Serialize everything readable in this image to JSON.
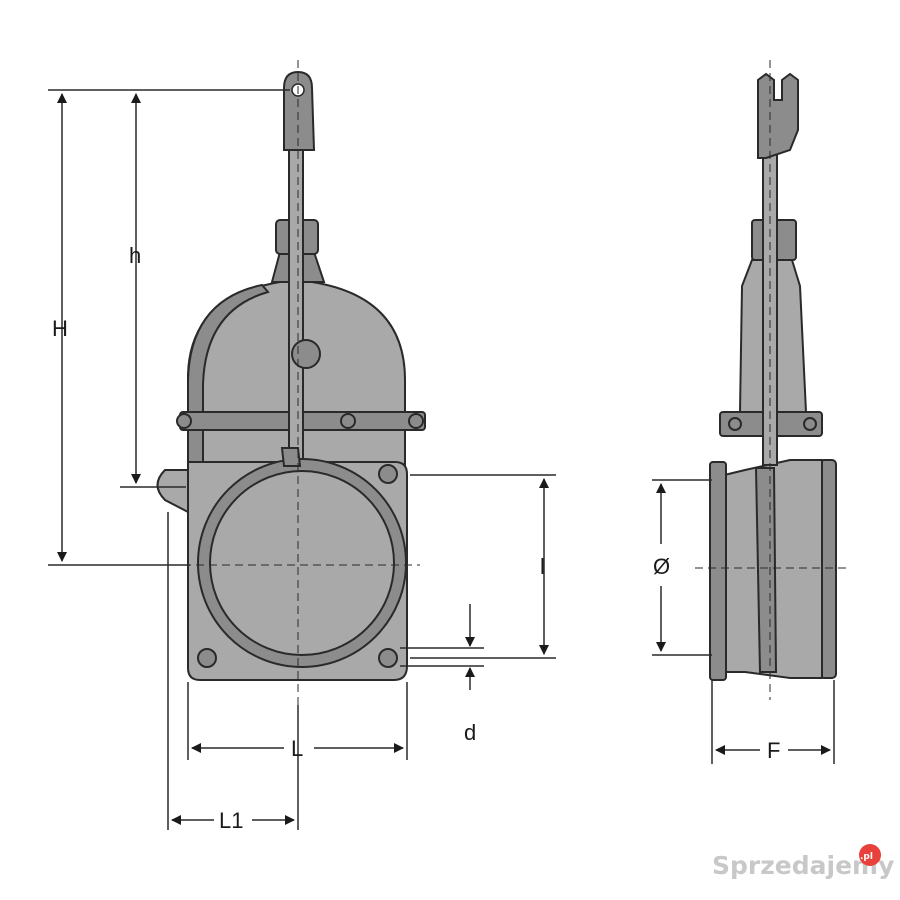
{
  "dimensions": {
    "H": "H",
    "h": "h",
    "l": "l",
    "d": "d",
    "L": "L",
    "L1": "L1",
    "diameter": "Ø",
    "F": "F"
  },
  "watermark": {
    "text": "Sprzedajemy",
    "badge": ".pl"
  },
  "colors": {
    "body": "#a9a9a9",
    "outline": "#2a2a2a",
    "badge": "#e8403a"
  }
}
